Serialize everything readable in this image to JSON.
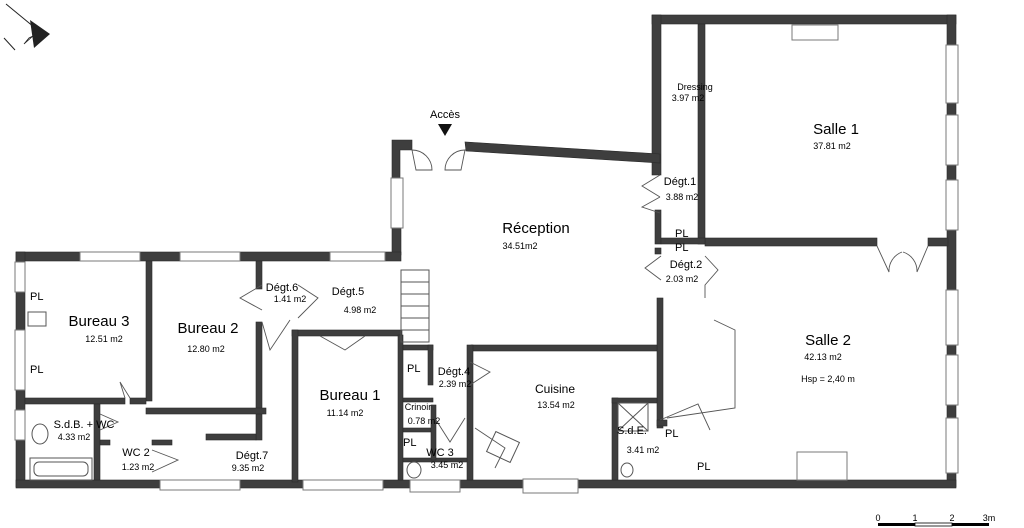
{
  "entrance_label": "Accès",
  "rooms": {
    "salle1": {
      "name": "Salle 1",
      "area": "37.81 m2"
    },
    "salle2": {
      "name": "Salle 2",
      "area": "42.13 m2",
      "extra": "Hsp = 2,40 m"
    },
    "reception": {
      "name": "Réception",
      "area": "34.51m2"
    },
    "dressing": {
      "name": "Dressing",
      "area": "3.97 m2"
    },
    "degt1": {
      "name": "Dégt.1",
      "area": "3.88 m2"
    },
    "degt2": {
      "name": "Dégt.2",
      "area": "2.03 m2"
    },
    "degt4": {
      "name": "Dégt.4",
      "area": "2.39 m2"
    },
    "degt5": {
      "name": "Dégt.5",
      "area": "4.98 m2"
    },
    "degt6": {
      "name": "Dégt.6",
      "area": "1.41 m2"
    },
    "degt7": {
      "name": "Dégt.7",
      "area": "9.35 m2"
    },
    "bureau1": {
      "name": "Bureau 1",
      "area": "11.14 m2"
    },
    "bureau2": {
      "name": "Bureau 2",
      "area": "12.80 m2"
    },
    "bureau3": {
      "name": "Bureau 3",
      "area": "12.51 m2"
    },
    "cuisine": {
      "name": "Cuisine",
      "area": "13.54 m2"
    },
    "crinoir": {
      "name": "Crinoir",
      "area": "0.78 m2"
    },
    "wc2": {
      "name": "WC 2",
      "area": "1.23 m2"
    },
    "wc3": {
      "name": "WC 3",
      "area": "3.45 m2"
    },
    "sdb": {
      "name": "S.d.B. + WC",
      "area": "4.33 m2"
    },
    "sde": {
      "name": "S.d.E.",
      "area": "3.41 m2"
    }
  },
  "placards": [
    "PL",
    "PL",
    "PL",
    "PL",
    "PL",
    "PL",
    "PL",
    "PL"
  ],
  "scale_labels": [
    "0",
    "1",
    "2",
    "3m"
  ]
}
